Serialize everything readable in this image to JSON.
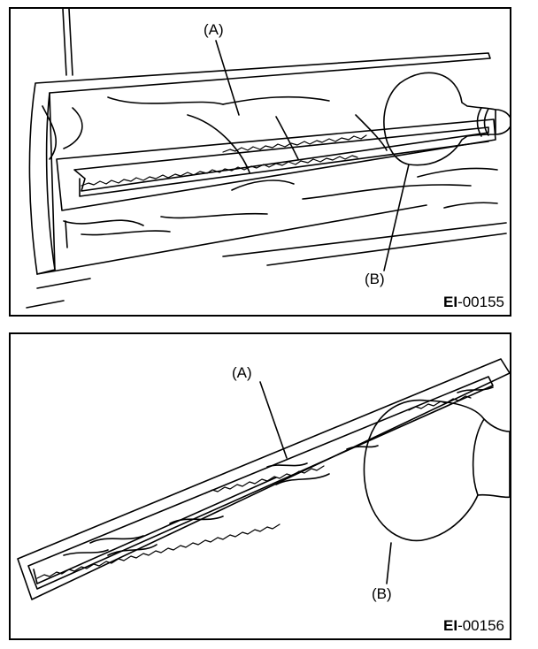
{
  "figures": [
    {
      "label_a": "(A)",
      "label_b": "(B)",
      "code_prefix": "EI",
      "code_number": "-00155"
    },
    {
      "label_a": "(A)",
      "label_b": "(B)",
      "code_prefix": "EI",
      "code_number": "-00156"
    }
  ],
  "line_color": "#000000",
  "background_color": "#ffffff"
}
